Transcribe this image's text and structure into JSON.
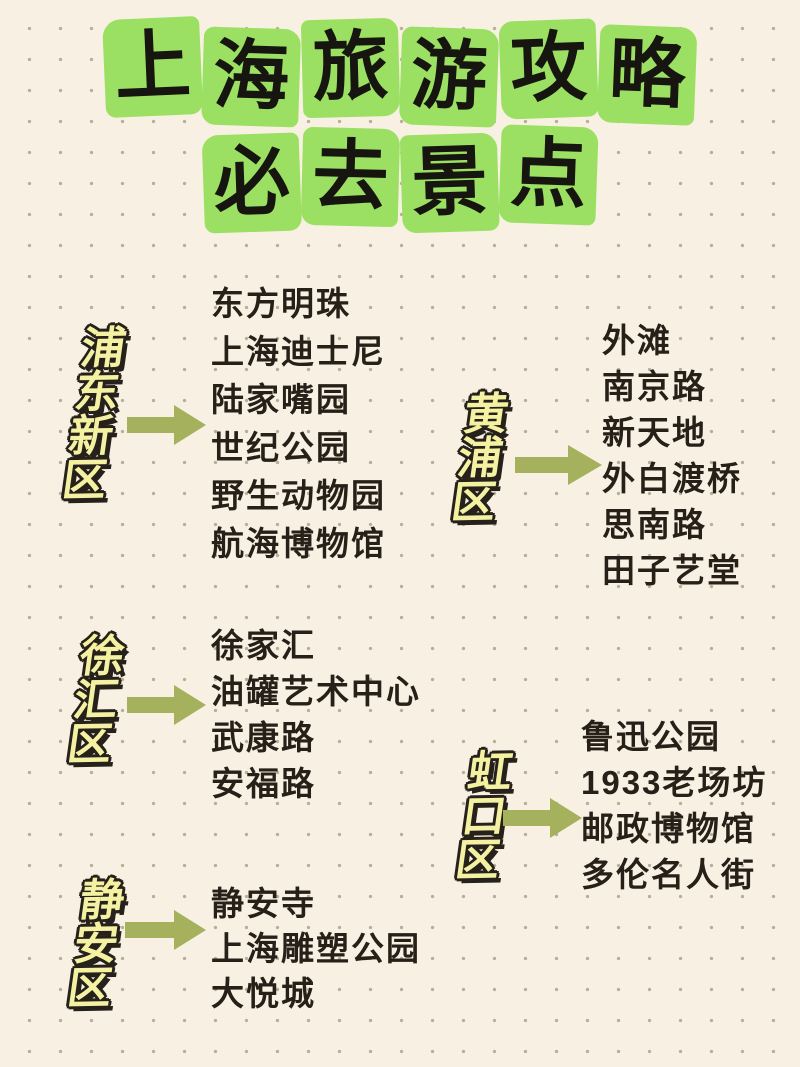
{
  "title": {
    "line1": "上海旅游攻略",
    "line1_chars": [
      "上",
      "海",
      "旅",
      "游",
      "攻",
      "略"
    ],
    "line2": "必去景点",
    "line2_chars": [
      "必",
      "去",
      "景",
      "点"
    ]
  },
  "sections": [
    {
      "district": "浦东新区",
      "attractions": [
        "东方明珠",
        "上海迪士尼",
        "陆家嘴园",
        "世纪公园",
        "野生动物园",
        "航海博物馆"
      ]
    },
    {
      "district": "黄浦区",
      "attractions": [
        "外滩",
        "南京路",
        "新天地",
        "外白渡桥",
        "思南路",
        "田子艺堂"
      ]
    },
    {
      "district": "徐汇区",
      "attractions": [
        "徐家汇",
        "油罐艺术中心",
        "武康路",
        "安福路"
      ]
    },
    {
      "district": "虹口区",
      "attractions": [
        "鲁迅公园",
        "1933老场坊",
        "邮政博物馆",
        "多伦名人街"
      ]
    },
    {
      "district": "静安区",
      "attractions": [
        "静安寺",
        "上海雕塑公园",
        "大悦城"
      ]
    }
  ],
  "icons": {
    "arrow": "right-arrow-icon"
  },
  "colors": {
    "background": "#f8f1e3",
    "dot_grid": "#b9ae9b",
    "title_block_green": "#9ce063",
    "title_text": "#17150f",
    "district_fill": "#f5f1a3",
    "district_outline": "#26211a",
    "arrow_olive": "#a5b15d",
    "list_text": "#262019"
  }
}
